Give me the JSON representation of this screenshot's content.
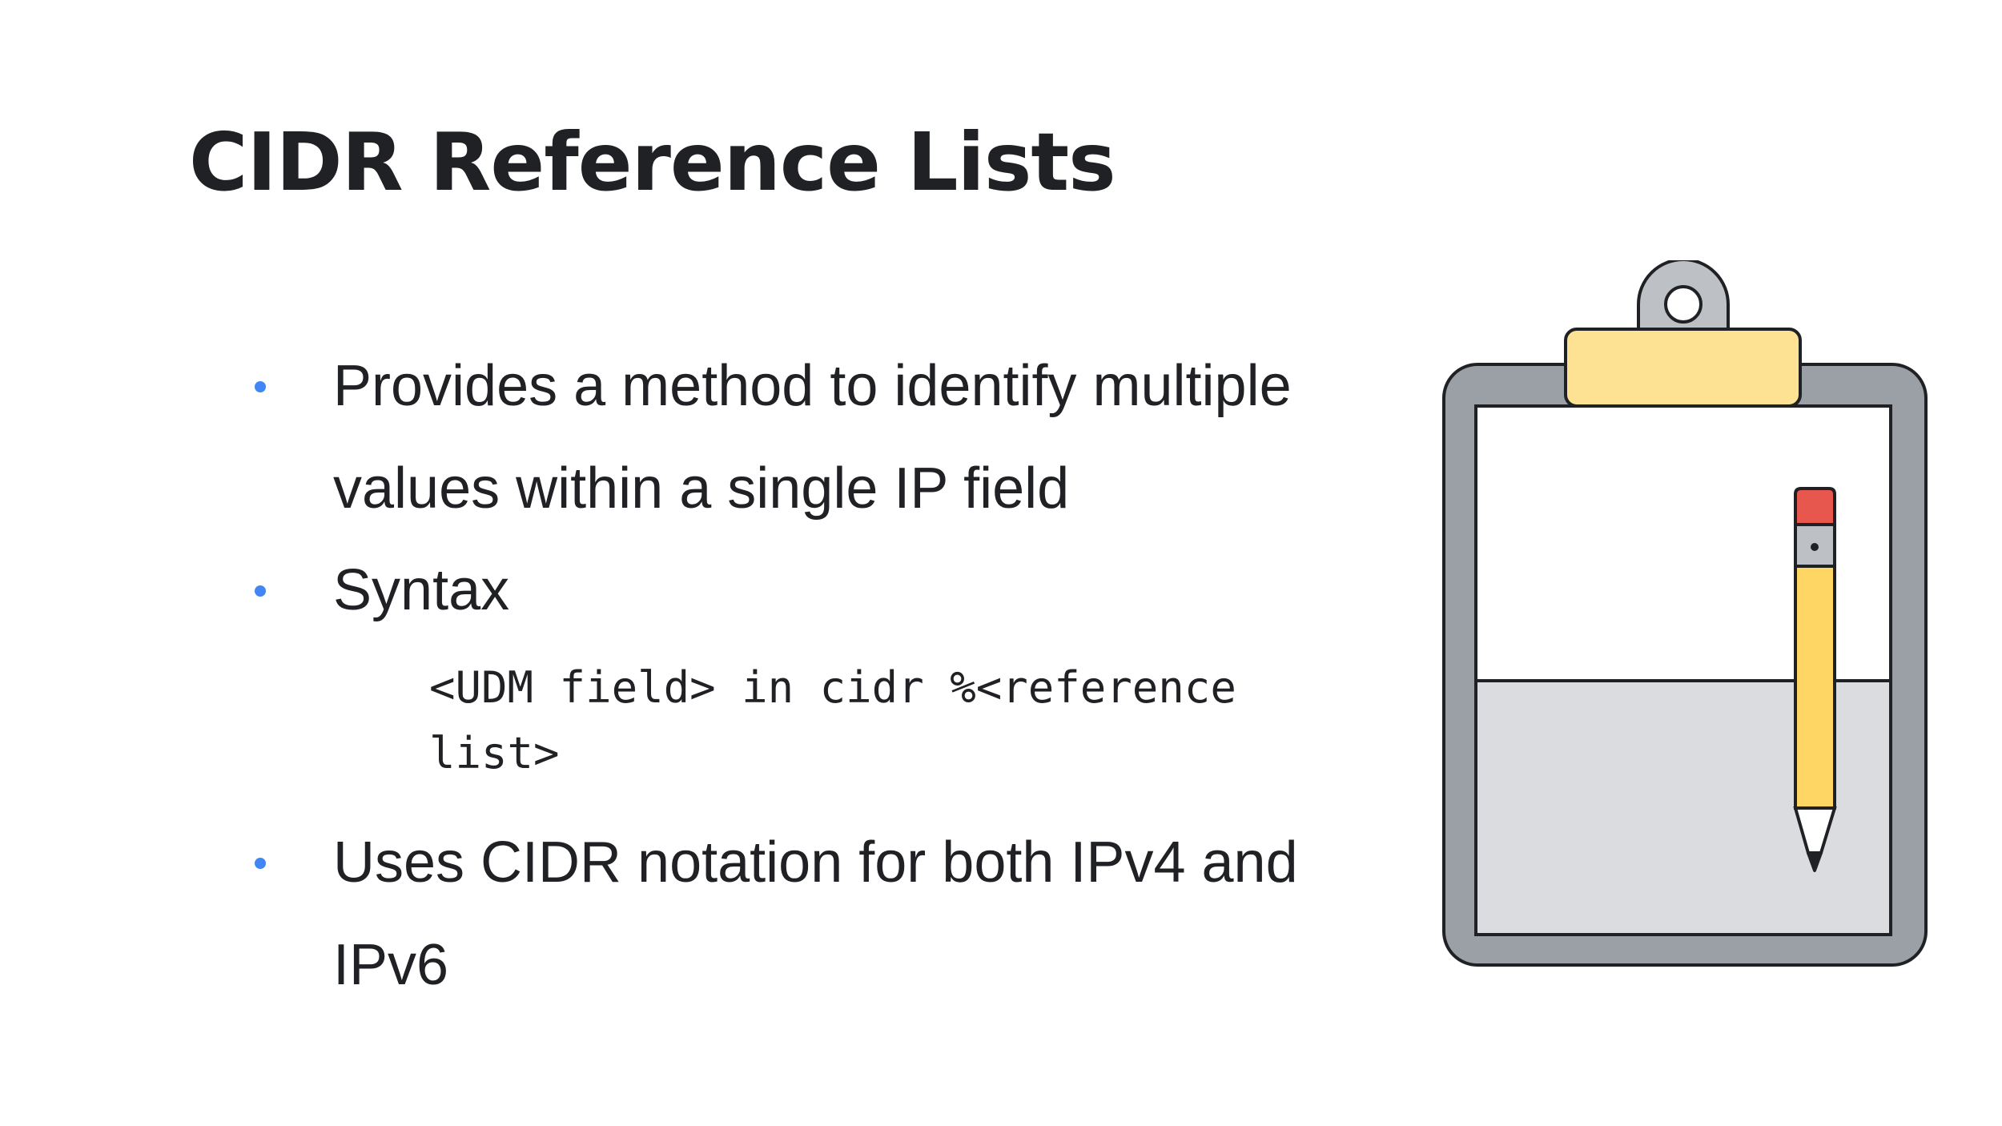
{
  "slide": {
    "title": "CIDR Reference Lists",
    "bullets": [
      {
        "lines": [
          "Provides a method to identify multiple",
          "values within a single IP field"
        ]
      },
      {
        "lines": [
          "Syntax"
        ],
        "code_lines": [
          "<UDM field> in cidr %<reference",
          "list>"
        ]
      },
      {
        "lines": [
          "Uses CIDR notation for both IPv4 and",
          "IPv6"
        ]
      }
    ]
  },
  "illustration": {
    "icons": [
      "clipboard-icon",
      "pencil-icon"
    ]
  },
  "colors": {
    "text": "#202124",
    "bullet": "#4285f4",
    "clipboard_frame": "#9aa0a6",
    "clip": "#fde293",
    "paper_lower": "#dadce0",
    "pencil_body": "#fdd663",
    "pencil_eraser": "#e8574d"
  }
}
